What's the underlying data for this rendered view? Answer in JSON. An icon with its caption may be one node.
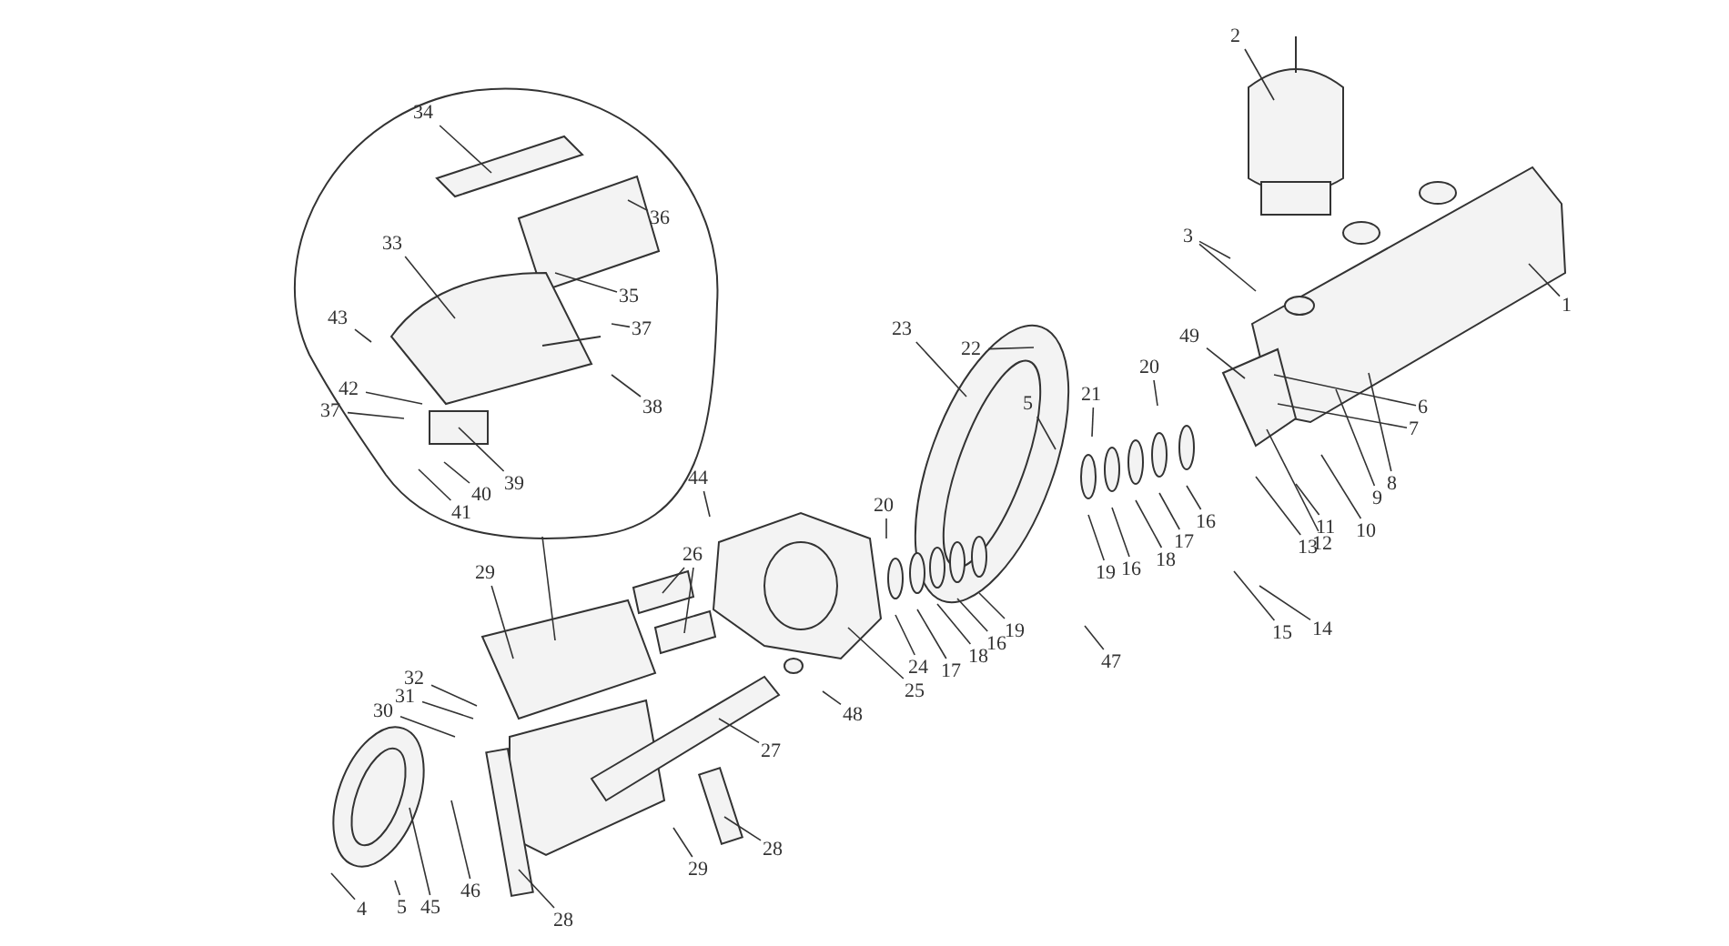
{
  "diagram": {
    "nodes": [
      {
        "text": [],
        "shape": "circle"
      },
      {
        "text": [
          "34"
        ],
        "in": 0
      },
      {
        "text": [
          "36"
        ],
        "in": 0
      },
      {
        "text": [
          "33"
        ],
        "in": 0
      },
      {
        "text": [
          "35"
        ],
        "in": 0
      },
      {
        "text": [
          "37"
        ],
        "in": 0
      },
      {
        "text": [
          "43"
        ],
        "in": 0
      },
      {
        "text": [
          "42"
        ],
        "in": 0
      },
      {
        "text": [
          "37"
        ],
        "in": 0
      },
      {
        "text": [
          "38"
        ],
        "in": 0
      },
      {
        "text": [
          "39"
        ],
        "in": 0
      },
      {
        "text": [
          "40"
        ],
        "in": 0
      },
      {
        "text": [
          "41"
        ],
        "in": 0
      },
      {
        "text": [
          "2"
        ]
      },
      {
        "text": [
          "3"
        ]
      },
      {
        "text": [
          "1"
        ]
      },
      {
        "text": [
          "23"
        ]
      },
      {
        "text": [
          "22"
        ]
      },
      {
        "text": [
          "49"
        ]
      },
      {
        "text": [
          "20"
        ]
      },
      {
        "text": [
          "21"
        ]
      },
      {
        "text": [
          "5"
        ]
      },
      {
        "text": [
          "6"
        ]
      },
      {
        "text": [
          "7"
        ]
      },
      {
        "text": [
          "44"
        ]
      },
      {
        "text": [
          "8"
        ]
      },
      {
        "text": [
          "9"
        ]
      },
      {
        "text": [
          "20"
        ]
      },
      {
        "text": [
          "11"
        ]
      },
      {
        "text": [
          "10"
        ]
      },
      {
        "text": [
          "16"
        ]
      },
      {
        "text": [
          "17"
        ]
      },
      {
        "text": [
          "12"
        ]
      },
      {
        "text": [
          "13"
        ]
      },
      {
        "text": [
          "26"
        ]
      },
      {
        "text": [
          "18"
        ]
      },
      {
        "text": [
          "16"
        ]
      },
      {
        "text": [
          "19"
        ]
      },
      {
        "text": [
          "29"
        ]
      },
      {
        "text": [
          "47"
        ]
      },
      {
        "text": [
          "15"
        ]
      },
      {
        "text": [
          "14"
        ]
      },
      {
        "text": [
          "19"
        ]
      },
      {
        "text": [
          "16"
        ]
      },
      {
        "text": [
          "18"
        ]
      },
      {
        "text": [
          "17"
        ]
      },
      {
        "text": [
          "24"
        ]
      },
      {
        "text": [
          "32"
        ]
      },
      {
        "text": [
          "25"
        ]
      },
      {
        "text": [
          "31"
        ]
      },
      {
        "text": [
          "48"
        ]
      },
      {
        "text": [
          "30"
        ]
      },
      {
        "text": [
          "27"
        ]
      },
      {
        "text": [
          "28"
        ]
      },
      {
        "text": [
          "29"
        ]
      },
      {
        "text": [
          "46"
        ]
      },
      {
        "text": [
          "5"
        ]
      },
      {
        "text": [
          "45"
        ]
      },
      {
        "text": [
          "4"
        ]
      },
      {
        "text": [
          "28"
        ]
      }
    ],
    "edges": [
      {
        "from": 0,
        "to": null,
        "arrow": "none"
      },
      {
        "from": 1,
        "to": null,
        "arrow": "none"
      },
      {
        "from": 2,
        "to": null,
        "arrow": "none"
      },
      {
        "from": 3,
        "to": null,
        "arrow": "none"
      },
      {
        "from": 4,
        "to": null,
        "arrow": "none"
      },
      {
        "from": 5,
        "to": null,
        "arrow": "none"
      },
      {
        "from": 6,
        "to": null,
        "arrow": "none"
      },
      {
        "from": 7,
        "to": null,
        "arrow": "none"
      },
      {
        "from": 8,
        "to": null,
        "arrow": "none"
      },
      {
        "from": 9,
        "to": null,
        "arrow": "none"
      },
      {
        "from": 10,
        "to": null,
        "arrow": "none"
      },
      {
        "from": 11,
        "to": null,
        "arrow": "none"
      },
      {
        "from": 12,
        "to": null,
        "arrow": "none"
      },
      {
        "from": 13,
        "to": null,
        "arrow": "none"
      },
      {
        "from": 14,
        "to": null,
        "arrow": "none"
      },
      {
        "from": 14,
        "to": null,
        "arrow": "none"
      },
      {
        "from": 15,
        "to": null,
        "arrow": "none"
      },
      {
        "from": 16,
        "to": null,
        "arrow": "none"
      },
      {
        "from": 17,
        "to": null,
        "arrow": "none"
      },
      {
        "from": 18,
        "to": null,
        "arrow": "none"
      },
      {
        "from": 19,
        "to": null,
        "arrow": "none"
      },
      {
        "from": 20,
        "to": null,
        "arrow": "none"
      },
      {
        "from": 21,
        "to": null,
        "arrow": "none"
      },
      {
        "from": 22,
        "to": null,
        "arrow": "none"
      },
      {
        "from": 23,
        "to": null,
        "arrow": "none"
      },
      {
        "from": 24,
        "to": null,
        "arrow": "none"
      },
      {
        "from": 25,
        "to": null,
        "arrow": "none"
      },
      {
        "from": 26,
        "to": null,
        "arrow": "none"
      },
      {
        "from": 27,
        "to": null,
        "arrow": "none"
      },
      {
        "from": 28,
        "to": null,
        "arrow": "none"
      },
      {
        "from": 29,
        "to": null,
        "arrow": "none"
      },
      {
        "from": 30,
        "to": null,
        "arrow": "none"
      },
      {
        "from": 31,
        "to": null,
        "arrow": "none"
      },
      {
        "from": 32,
        "to": null,
        "arrow": "none"
      },
      {
        "from": 33,
        "to": null,
        "arrow": "none"
      },
      {
        "from": 34,
        "to": null,
        "arrow": "none"
      },
      {
        "from": 34,
        "to": null,
        "arrow": "none"
      },
      {
        "from": 35,
        "to": null,
        "arrow": "none"
      },
      {
        "from": 36,
        "to": null,
        "arrow": "none"
      },
      {
        "from": 37,
        "to": null,
        "arrow": "none"
      },
      {
        "from": 38,
        "to": null,
        "arrow": "none"
      },
      {
        "from": 39,
        "to": null,
        "arrow": "none"
      },
      {
        "from": 40,
        "to": null,
        "arrow": "none"
      },
      {
        "from": 41,
        "to": null,
        "arrow": "none"
      },
      {
        "from": 42,
        "to": null,
        "arrow": "none"
      },
      {
        "from": 43,
        "to": null,
        "arrow": "none"
      },
      {
        "from": 44,
        "to": null,
        "arrow": "none"
      },
      {
        "from": 45,
        "to": null,
        "arrow": "none"
      },
      {
        "from": 46,
        "to": null,
        "arrow": "none"
      },
      {
        "from": 47,
        "to": null,
        "arrow": "none"
      },
      {
        "from": 48,
        "to": null,
        "arrow": "none"
      },
      {
        "from": 49,
        "to": null,
        "arrow": "none"
      },
      {
        "from": 50,
        "to": null,
        "arrow": "none"
      },
      {
        "from": 51,
        "to": null,
        "arrow": "none"
      },
      {
        "from": 52,
        "to": null,
        "arrow": "none"
      },
      {
        "from": 53,
        "to": null,
        "arrow": "none"
      },
      {
        "from": 54,
        "to": null,
        "arrow": "none"
      },
      {
        "from": 55,
        "to": null,
        "arrow": "none"
      },
      {
        "from": 56,
        "to": null,
        "arrow": "none"
      },
      {
        "from": 57,
        "to": null,
        "arrow": "none"
      },
      {
        "from": 58,
        "to": null,
        "arrow": "none"
      },
      {
        "from": 59,
        "to": null,
        "arrow": "none"
      }
    ]
  }
}
